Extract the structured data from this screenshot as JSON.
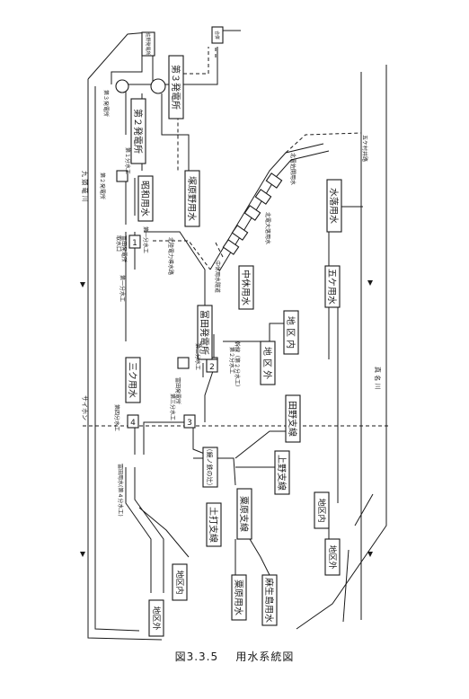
{
  "caption": {
    "figure_no": "図3.3.5",
    "title": "用水系統図"
  },
  "rivers": {
    "left": "九 頭 竜 川",
    "right": "真 名 川",
    "siphon": "サイホン"
  },
  "plants": {
    "p3": "第３発電所",
    "p2": "第２発電所",
    "tomita": "冨田発電所"
  },
  "canals": {
    "showa": "昭和用水",
    "tsukahara": "塚原野用水",
    "nakayasu": "中休用水",
    "mikuni": "三ク用水",
    "goka": "五ケ用水",
    "mizuochi": "水落用水",
    "ueno": "上野支線",
    "tano": "田野支線",
    "tsuchiuchi": "土打支線",
    "awara": "粟原支線",
    "awara_yosui": "粟原用水",
    "asou": "麻生島用水"
  },
  "areas": {
    "inner": "地 区 内",
    "outer": "地 区 外",
    "inner_short": "地区内",
    "outer_short": "地区外"
  },
  "small_labels": {
    "top_left_tag": "佐野発電所",
    "top_right_tag": "合併",
    "p2_tail": "第２発電所",
    "p3_tail": "第３発電所",
    "gate1": "第一分水工",
    "gate1_right": "第一分水工",
    "gate2": "第二分水工",
    "gate3": "第三分水工",
    "gate4": "第四分水工",
    "tomita_tail": "冨田発電所",
    "tomita_head_a": "冨田発電所",
    "tomita_head_b": "取水口",
    "main_channel": "冨田用水(第４分水工)",
    "branch_channel": "幹線（第２分水工）",
    "kagami": "（鏡ノ鉄の辻）",
    "right_tag_a": "五ケ村井路",
    "right_tag_b": "北電佐開用水",
    "right_tag_c": "北電大落用水",
    "tunnel": "中休用水隧道",
    "sub1": "第１分水工",
    "sub2": "第２分水工",
    "hokuden_label": "北陸電力導水路"
  },
  "gates": {
    "g1": "1",
    "g2": "2",
    "g3": "3",
    "g4": "4"
  }
}
